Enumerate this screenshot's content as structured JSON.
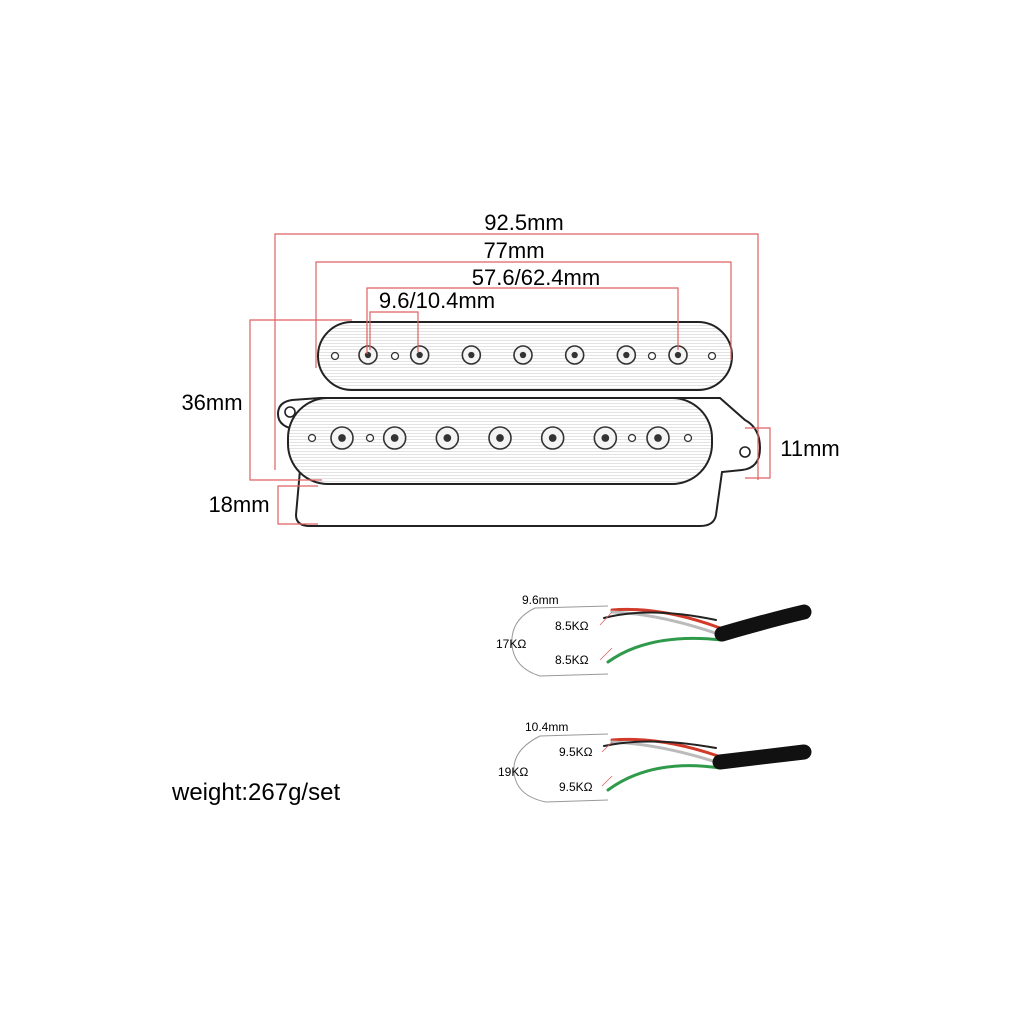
{
  "pickup": {
    "dimensions": {
      "overall_length": "92.5mm",
      "body_length": "77mm",
      "pole_span": "57.6/62.4mm",
      "pole_spacing": "9.6/10.4mm",
      "total_height": "36mm",
      "base_height": "18mm",
      "tab_width": "11mm"
    },
    "pole_count_per_coil": 7
  },
  "wiring_diagrams": [
    {
      "pole_spacing": "9.6mm",
      "total_resistance": "17KΩ",
      "coil_top": "8.5KΩ",
      "coil_bottom": "8.5KΩ"
    },
    {
      "pole_spacing": "10.4mm",
      "total_resistance": "19KΩ",
      "coil_top": "9.5KΩ",
      "coil_bottom": "9.5KΩ"
    }
  ],
  "weight": "weight:267g/set",
  "colors": {
    "dimension_line": "#e06060",
    "outline": "#222222",
    "wire_red": "#d23a2a",
    "wire_green": "#2f9a4a",
    "wire_white": "#bbbbbb",
    "cable": "#111111"
  }
}
